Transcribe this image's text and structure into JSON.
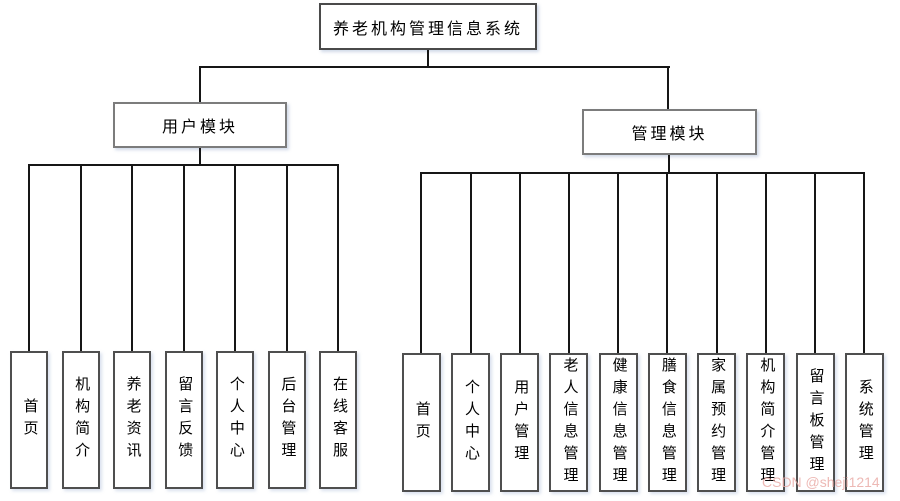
{
  "diagram": {
    "root_label": "养老机构管理信息系统",
    "modules": [
      {
        "label": "用户模块",
        "children": [
          "首页",
          "机构简介",
          "养老资讯",
          "留言反馈",
          "个人中心",
          "后台管理",
          "在线客服"
        ]
      },
      {
        "label": "管理模块",
        "children": [
          "首页",
          "个人中心",
          "用户管理",
          "老人信息管理",
          "健康信息管理",
          "膳食信息管理",
          "家属预约管理",
          "机构简介管理",
          "留言板管理",
          "系统管理"
        ]
      }
    ]
  },
  "watermark": {
    "text": "CSDN @sheji1214",
    "color": "#e9a8a3"
  },
  "colors": {
    "line": "#161616",
    "leaf_border": "#4f4f4f",
    "module_border": "#7c7c7c",
    "background": "#ffffff",
    "text": "#000000"
  }
}
